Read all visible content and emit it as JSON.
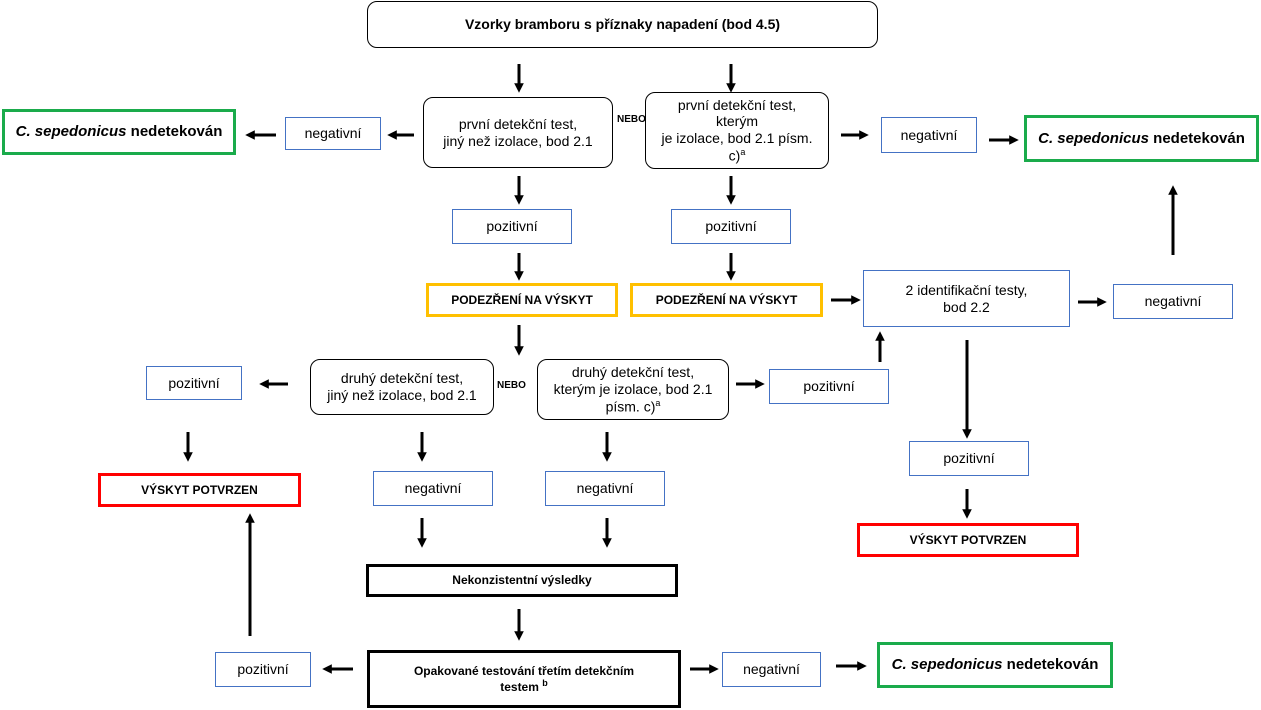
{
  "start": "Vzorky bramboru s příznaky napadení (bod 4.5)",
  "or_label": "NEBO",
  "first_test_other": {
    "line1": "první detekční test,",
    "line2": "jiný než izolace, bod 2.1"
  },
  "first_test_isolation": {
    "line1": "první detekční test,",
    "line2": "kterým",
    "line3": "je izolace, bod 2.1 písm.",
    "line4": "c)",
    "sup": "a"
  },
  "second_test_other": {
    "line1": "druhý detekční test,",
    "line2": "jiný než izolace, bod 2.1"
  },
  "second_test_isolation": {
    "line1": "druhý detekční test,",
    "line2": "kterým je izolace, bod 2.1",
    "line3": "písm. c)",
    "sup": "a"
  },
  "identification": {
    "line1": "2 identifikační testy,",
    "line2": "bod 2.2"
  },
  "positive": "pozitivní",
  "negative": "negativní",
  "suspicion": "PODEZŘENÍ NA VÝSKYT",
  "confirmed": "VÝSKYT POTVRZEN",
  "not_detected": {
    "organism": "C. sepedonicus",
    "suffix": " nedetekován"
  },
  "inconsistent": "Nekonzistentní výsledky",
  "retest": {
    "line1": "Opakované testování třetím detekčním",
    "line2": "testem",
    "sup": "b"
  },
  "colors": {
    "positive_box": "#4472c4",
    "suspicion": "#ffc000",
    "confirmed": "#ff0000",
    "not_detected": "#1aab4b",
    "inconsistent": "#000000"
  }
}
